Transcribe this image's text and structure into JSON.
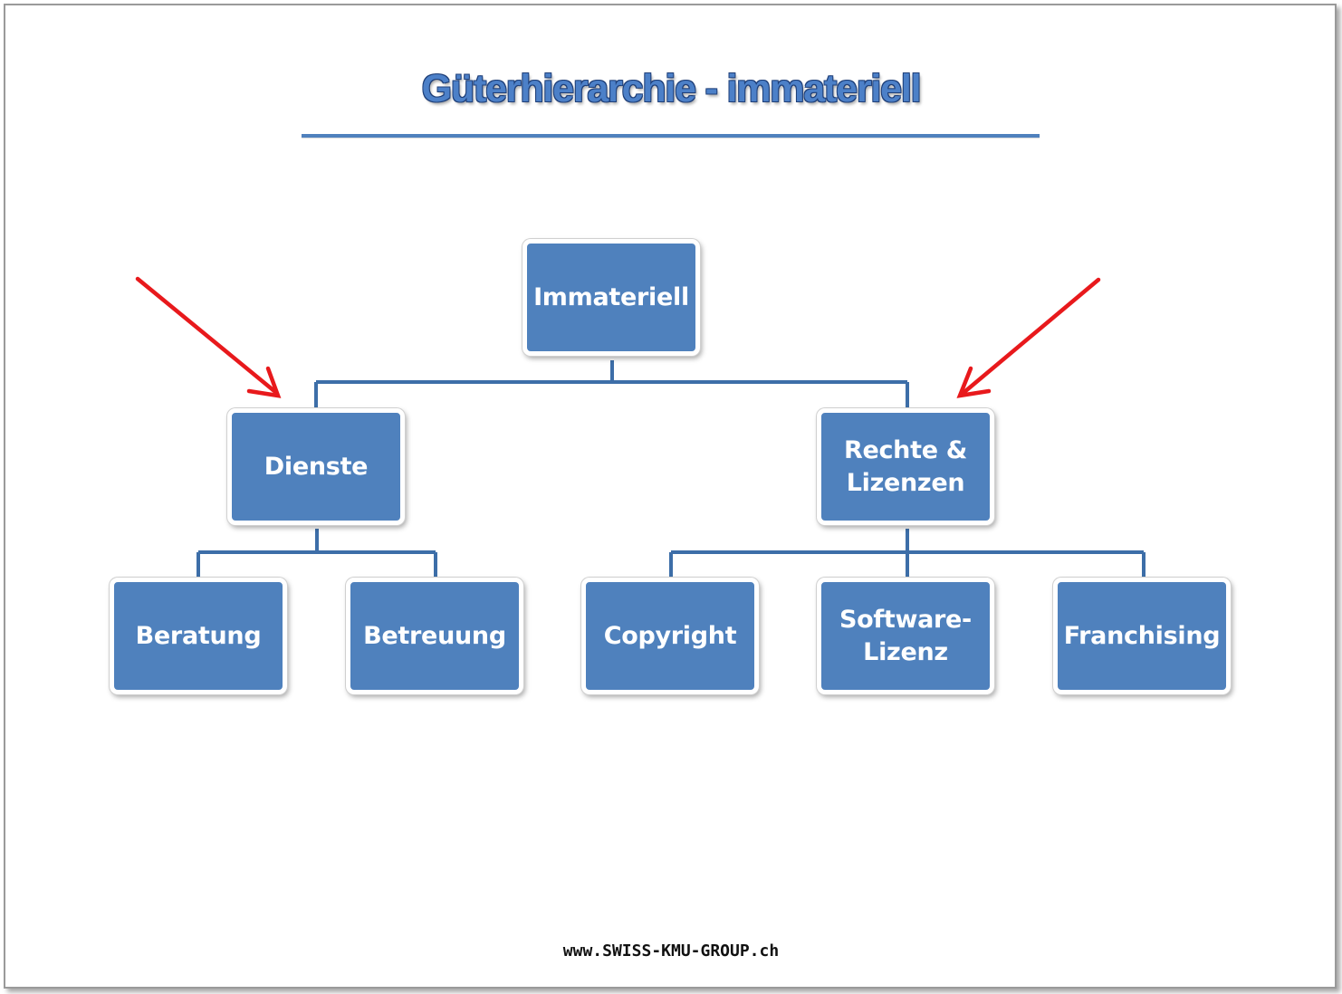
{
  "title": "Güterhierarchie - immateriell",
  "nodes": {
    "root": "Immateriell",
    "dienste": "Dienste",
    "rechte": "Rechte &\nLizenzen",
    "beratung": "Beratung",
    "betreuung": "Betreuung",
    "copyright": "Copyright",
    "software": "Software-\nLizenz",
    "franchising": "Franchising"
  },
  "footer": "www.SWISS-KMU-GROUP.ch",
  "colors": {
    "node_fill": "#4f81bd",
    "connector": "#3d6ea8",
    "title": "#4c80c8",
    "arrow": "#e8191c"
  }
}
